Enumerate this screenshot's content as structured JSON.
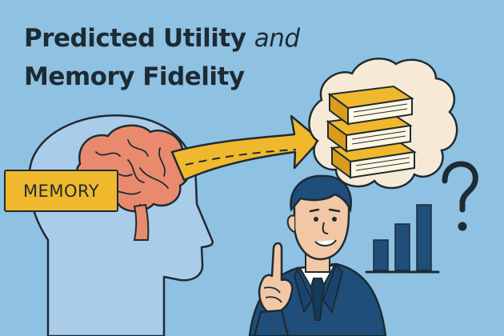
{
  "title": {
    "line1_bold": "Predicted Utility",
    "line1_italic": "and",
    "line2_bold": "Memory Fidelity"
  },
  "memory_label": "MEMORY",
  "icons": {
    "head": "head-silhouette-icon",
    "brain": "brain-icon",
    "arrow": "arrow-right-icon",
    "thought_cloud": "thought-cloud-icon",
    "books": "book-stack-icon",
    "person": "businessman-icon",
    "chart": "bar-chart-icon",
    "question": "question-mark-icon"
  },
  "colors": {
    "background": "#8fc1e3",
    "accent_yellow": "#f0b82d",
    "ink": "#1d2b33",
    "brain_pink": "#e98a6f",
    "suit_navy": "#1f4e7a",
    "cloud_cream": "#f6ead6"
  }
}
